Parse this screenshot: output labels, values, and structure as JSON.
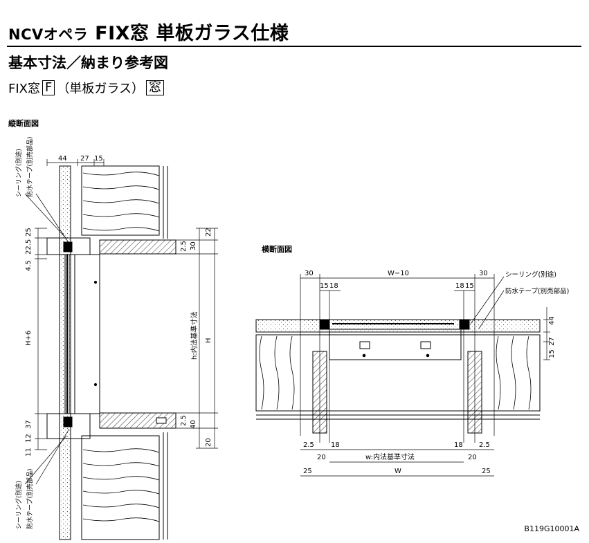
{
  "header": {
    "title_prefix": "NCVオペラ",
    "title_main": "FIX窓 単板ガラス仕様",
    "subtitle": "基本寸法／納まり参考図",
    "fix_label": "FIX窓",
    "fix_box": "F",
    "fix_glass": "（単板ガラス）",
    "fix_box2": "窓"
  },
  "vertical_section": {
    "label": "縦断面図",
    "dims_top": [
      "44",
      "27",
      "15"
    ],
    "dims_left": [
      "25",
      "22.5",
      "4.5",
      "H+6",
      "37",
      "12",
      "11"
    ],
    "dims_right": [
      "22",
      "2.5",
      "30",
      "h:内法基準寸法",
      "H",
      "2.5",
      "40",
      "20"
    ],
    "notes": [
      "シーリング(別途)",
      "防水テープ(別売部品)"
    ]
  },
  "horizontal_section": {
    "label": "横断面図",
    "dims_top": [
      "30",
      "W−10",
      "30",
      "15",
      "18",
      "18",
      "15"
    ],
    "dims_right": [
      "44",
      "15",
      "27"
    ],
    "dims_bottom": [
      "2.5",
      "18",
      "18",
      "2.5",
      "20",
      "w:内法基準寸法",
      "20",
      "25",
      "W",
      "25"
    ],
    "notes": [
      "シーリング(別途)",
      "防水テープ(別売部品)"
    ]
  },
  "doc_id": "B119G10001A"
}
